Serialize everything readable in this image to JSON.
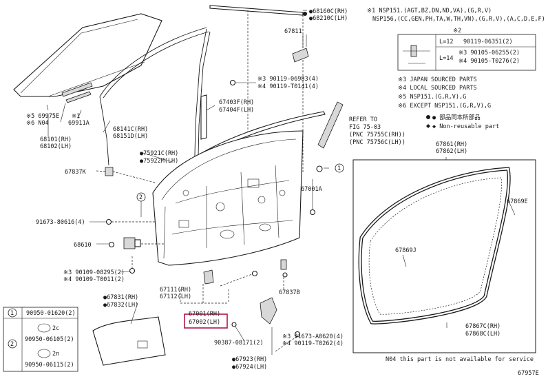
{
  "footnotes": {
    "n1_line1": "※1 NSP151.(AGT,BZ,DN,ND,VA),(G,R,V)",
    "n1_line2": "NSP156,(CC,GEN,PH,TA,W,TH,VN),(G,R,V),(A,C,D,E,F)",
    "n2_title": "※2",
    "n2_l1": "L=12",
    "n2_l1_part": "90119-06351(2)",
    "n2_l2": "L=14",
    "n2_l2_part_a": "※3 90105-06255(2)",
    "n2_l2_part_b": "※4 90105-T0276(2)",
    "n3": "※3 JAPAN SOURCED PARTS",
    "n4": "※4 LOCAL SOURCED PARTS",
    "n5": "※5 NSP151.(G,R,V),G",
    "n6": "※6 EXCEPT NSP151.(G,R,V),G",
    "legend_dot": "● 部品同本所部品",
    "legend_nonreuse": "◆ Non-reusable part",
    "refer_to": "REFER TO",
    "fig": "FIG 75-03",
    "pnc1": "(PNC 75755C(RH))",
    "pnc2": "(PNC 75756C(LH))",
    "n04": "N04 this part is not available for service",
    "fig_number": "67957E"
  },
  "labels": {
    "p68160c": "●68160C(RH)",
    "p68210c": "●68210C(LH)",
    "p67811": "67811",
    "s90119_069": "※3 90119-06983(4)",
    "s90119_t01": "※4 90119-T0141(4)",
    "p67403f": "67403F(RH)",
    "p67404f": "67404F(LH)",
    "p69975e": "※5 69975E",
    "p69911a_mark": "※1",
    "pgn04": "※6 N04",
    "p69911a": "69911A",
    "p68141c": "68141C(RH)",
    "p68151d": "68151D(LH)",
    "p68101": "68101(RH)",
    "p68102": "68102(LH)",
    "p75921c": "●75921C(RH)",
    "p75922m": "●75922M(LH)",
    "p67837k": "67837K",
    "p67001a": "67001A",
    "p91673_806": "91673-80616(4)",
    "p68610": "68610",
    "p90109_082": "※3 90109-08295(2)",
    "p90109_t00": "※4 90109-T0011(2)",
    "p67111": "67111(RH)",
    "p67112": "67112(LH)",
    "p67001": "67001(RH)",
    "p67002": "67002(LH)",
    "p67837b": "67837B",
    "p67831": "●67831(RH)",
    "p67832": "●67832(LH)",
    "p90387": "90387-08171(2)",
    "p91673_a06": "※3 91673-A0620(4)",
    "p90119_t02": "※4 90119-T0262(4)",
    "p67923": "●67923(RH)",
    "p67924": "●67924(LH)",
    "p67861": "67861(RH)",
    "p67862": "67862(LH)",
    "p67869e": "67869E",
    "p67869j": "67869J",
    "p67867c": "67867C(RH)",
    "p67868c": "67868C(LH)"
  },
  "callouts": {
    "c1": "1",
    "c2": "2",
    "c1_row": "90950-01620(2)",
    "c2_row_a": "90950-06105(2)",
    "c2_row_b": "90950-06115(2)",
    "c2_dim_a": "2c",
    "c2_dim_b": "2n"
  }
}
